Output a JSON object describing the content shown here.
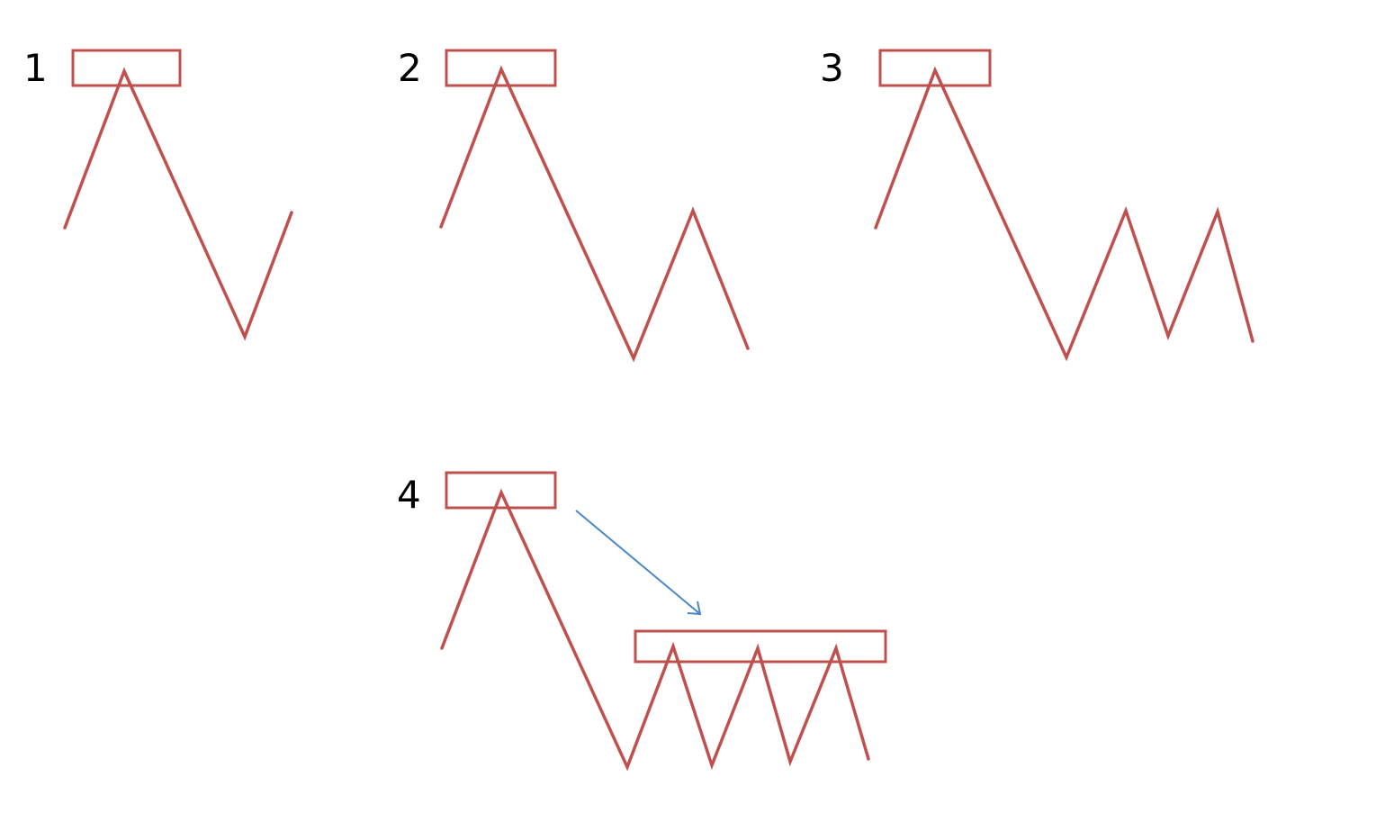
{
  "diagram": {
    "colors": {
      "pattern": "#C0504D",
      "arrow": "#4A86C8",
      "label": "#000000"
    },
    "panels": [
      {
        "label": "1",
        "reversals": 2
      },
      {
        "label": "2",
        "reversals": 3
      },
      {
        "label": "3",
        "reversals": 5
      },
      {
        "label": "4",
        "reversals": 7
      }
    ]
  }
}
